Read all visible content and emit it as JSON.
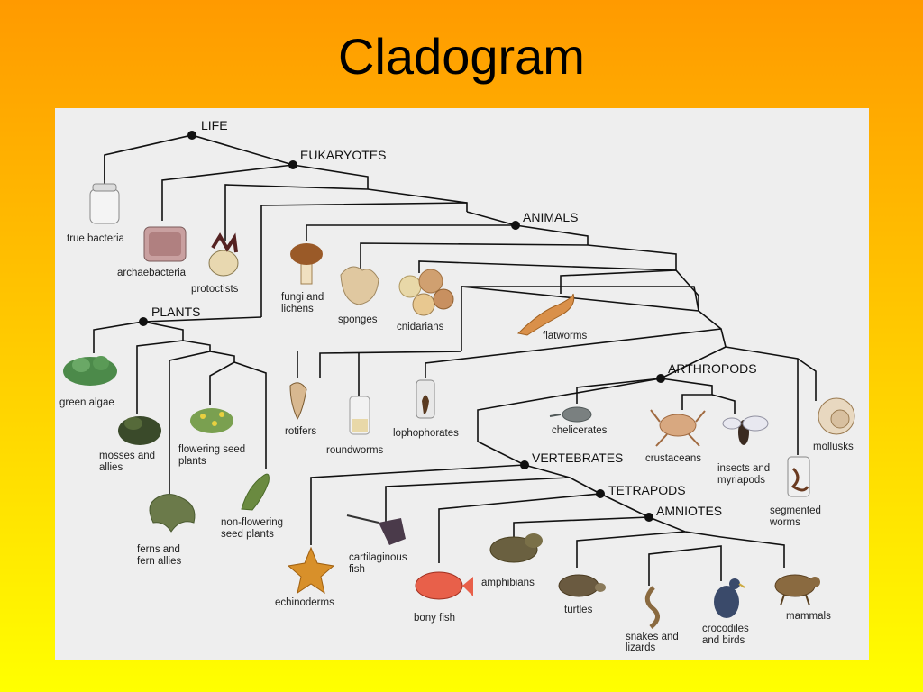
{
  "slide": {
    "title": "Cladogram"
  },
  "clades": {
    "life": "LIFE",
    "eukaryotes": "EUKARYOTES",
    "animals": "ANIMALS",
    "plants": "PLANTS",
    "arthropods": "ARTHROPODS",
    "vertebrates": "VERTEBRATES",
    "tetrapods": "TETRAPODS",
    "amniotes": "AMNIOTES"
  },
  "taxa": {
    "true_bacteria": [
      "true bacteria"
    ],
    "archaebacteria": [
      "archaebacteria"
    ],
    "protoctists": [
      "protoctists"
    ],
    "fungi": [
      "fungi and",
      "lichens"
    ],
    "sponges": [
      "sponges"
    ],
    "cnidarians": [
      "cnidarians"
    ],
    "flatworms": [
      "flatworms"
    ],
    "green_algae": [
      "green algae"
    ],
    "mosses": [
      "mosses and",
      "allies"
    ],
    "ferns": [
      "ferns and",
      "fern allies"
    ],
    "flowering": [
      "flowering seed",
      "plants"
    ],
    "nonflowering": [
      "non-flowering",
      "seed plants"
    ],
    "rotifers": [
      "rotifers"
    ],
    "roundworms": [
      "roundworms"
    ],
    "lophophorates": [
      "lophophorates"
    ],
    "chelicerates": [
      "chelicerates"
    ],
    "crustaceans": [
      "crustaceans"
    ],
    "insects": [
      "insects and",
      "myriapods"
    ],
    "mollusks": [
      "mollusks"
    ],
    "segmented": [
      "segmented",
      "worms"
    ],
    "echinoderms": [
      "echinoderms"
    ],
    "cartilaginous": [
      "cartilaginous",
      "fish"
    ],
    "bony_fish": [
      "bony fish"
    ],
    "amphibians": [
      "amphibians"
    ],
    "turtles": [
      "turtles"
    ],
    "snakes": [
      "snakes and",
      "lizards"
    ],
    "crocodiles": [
      "crocodiles",
      "and birds"
    ],
    "mammals": [
      "mammals"
    ]
  }
}
